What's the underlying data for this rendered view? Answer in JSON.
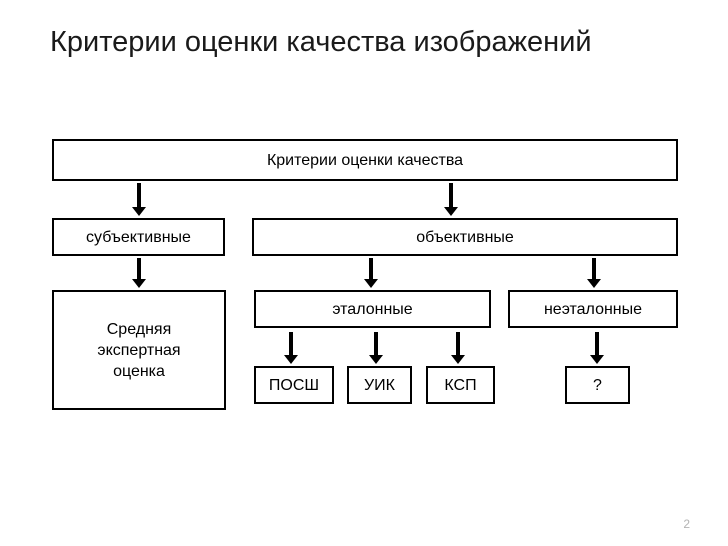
{
  "slide": {
    "title": "Критерии оценки качества изображений",
    "page_number": "2",
    "background_color": "#ffffff",
    "line_color": "#000000",
    "text_color": "#000000",
    "page_number_color": "#b3b3b3"
  },
  "diagram": {
    "type": "tree",
    "nodes": {
      "root": {
        "label": "Критерии оценки качества"
      },
      "subjective": {
        "label": "субъективные"
      },
      "objective": {
        "label": "объективные"
      },
      "mean_expert_score": {
        "lines": [
          "Средняя",
          "экспертная",
          "оценка"
        ]
      },
      "reference": {
        "label": "эталонные"
      },
      "no_reference": {
        "label": "неэталонные"
      },
      "psnr": {
        "label": "ПОСШ"
      },
      "ssim": {
        "label": "УИК"
      },
      "csp": {
        "label": "КСП"
      },
      "unknown": {
        "label": "?"
      }
    },
    "edges": [
      {
        "from": "root",
        "to": "subjective"
      },
      {
        "from": "root",
        "to": "objective"
      },
      {
        "from": "subjective",
        "to": "mean_expert_score"
      },
      {
        "from": "objective",
        "to": "reference"
      },
      {
        "from": "objective",
        "to": "no_reference"
      },
      {
        "from": "reference",
        "to": "psnr"
      },
      {
        "from": "reference",
        "to": "ssim"
      },
      {
        "from": "reference",
        "to": "csp"
      },
      {
        "from": "no_reference",
        "to": "unknown"
      }
    ]
  }
}
